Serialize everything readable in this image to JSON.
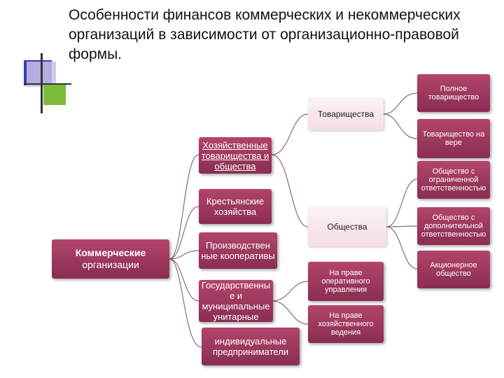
{
  "title": "Особенности финансов коммерческих и некоммерческих организаций в зависимости от организационно-правовой формы.",
  "colors": {
    "accent_dark": "#8a2d52",
    "accent_light": "#f4dde6",
    "deco_blue": "#3b3bb5",
    "deco_green": "#7dbb3a",
    "deco_lilac": "#c9c3e6"
  },
  "nodes": {
    "root": {
      "line1": "Коммерческие",
      "line2": "организации"
    },
    "khoz": "Хозяйственные товарищества и общества",
    "krest": "Крестьянские хозяйства",
    "proizv": "Производствен ные кооперативы",
    "gos": "Государственны е и муниципальные унитарные",
    "ip": "индивидуальные предприниматели",
    "tovar": "Товарищества",
    "obsh": "Общества",
    "oper": "На праве оперативного управления",
    "khozved": "На праве хозяйственного ведения",
    "pt": "Полное товарищество",
    "tv": "Товарищество на вере",
    "ooo": "Общество с ограниченной ответственностью",
    "odo": "Общество с дополнительной ответственностью",
    "ao": "Акционерное общество"
  }
}
